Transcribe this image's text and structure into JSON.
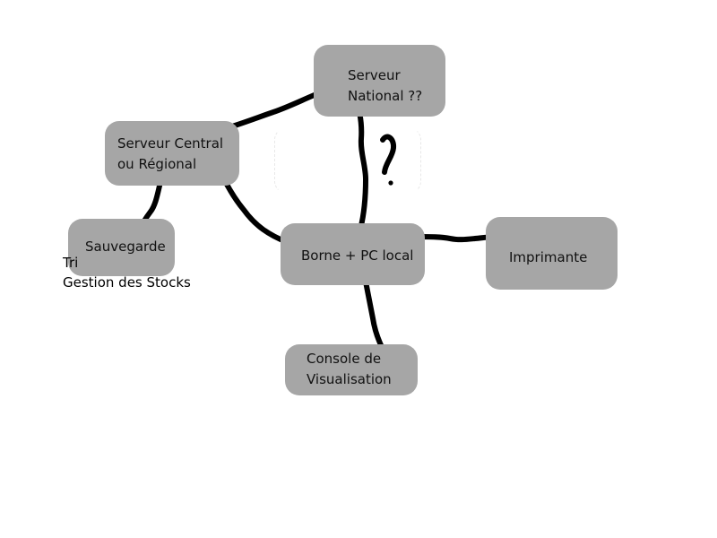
{
  "nodes": {
    "serveur_national": "Serveur\nNational ??",
    "serveur_central": "Serveur Central\nou Régional",
    "sauvegarde": "Sauvegarde",
    "borne": "Borne + PC local",
    "imprimante": "Imprimante",
    "console": "Console de\nVisualisation"
  },
  "annotations": {
    "sauvegarde_tasks": "Tri\nGestion des Stocks"
  },
  "link_color": "#000000",
  "node_color": "#a6a6a6"
}
